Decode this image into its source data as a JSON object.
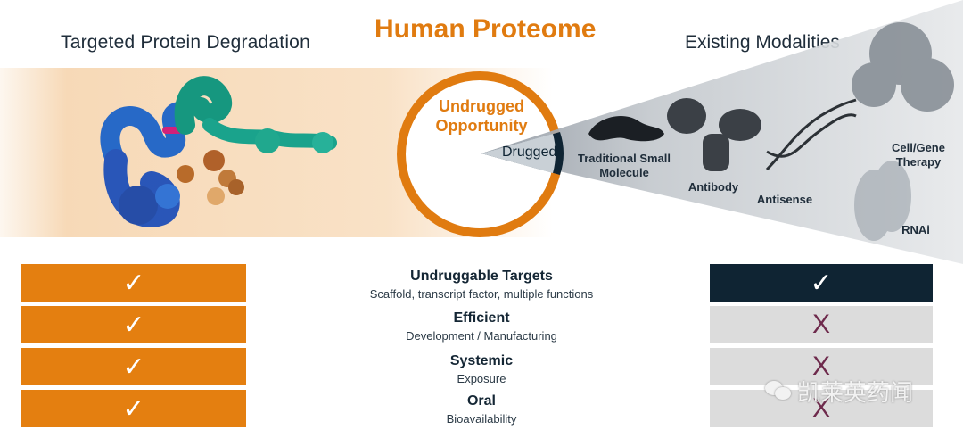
{
  "header": {
    "left_title": "Targeted Protein Degradation",
    "center_title": "Human Proteome",
    "right_title": "Existing Modalities"
  },
  "circle": {
    "undrugged_line1": "Undrugged",
    "undrugged_line2": "Opportunity",
    "drugged": "Drugged"
  },
  "modalities": {
    "small_molecule_1": "Traditional Small",
    "small_molecule_2": "Molecule",
    "antibody": "Antibody",
    "antisense": "Antisense",
    "cell_gene_1": "Cell/Gene",
    "cell_gene_2": "Therapy",
    "rnai": "RNAi"
  },
  "criteria": [
    {
      "title": "Undruggable Targets",
      "subtitle": "Scaffold, transcript factor, multiple functions",
      "left": "✓",
      "right": "✓"
    },
    {
      "title": "Efficient",
      "subtitle": "Development / Manufacturing",
      "left": "✓",
      "right": "X"
    },
    {
      "title": "Systemic",
      "subtitle": "Exposure",
      "left": "✓",
      "right": "X"
    },
    {
      "title": "Oral",
      "subtitle": "Bioavailability",
      "left": "✓",
      "right": "X"
    }
  ],
  "colors": {
    "orange": "#e47f10",
    "navy": "#0f2433",
    "grey": "#dcdcdc",
    "cross": "#6e2a4c"
  },
  "watermark": "凯莱英药闻"
}
